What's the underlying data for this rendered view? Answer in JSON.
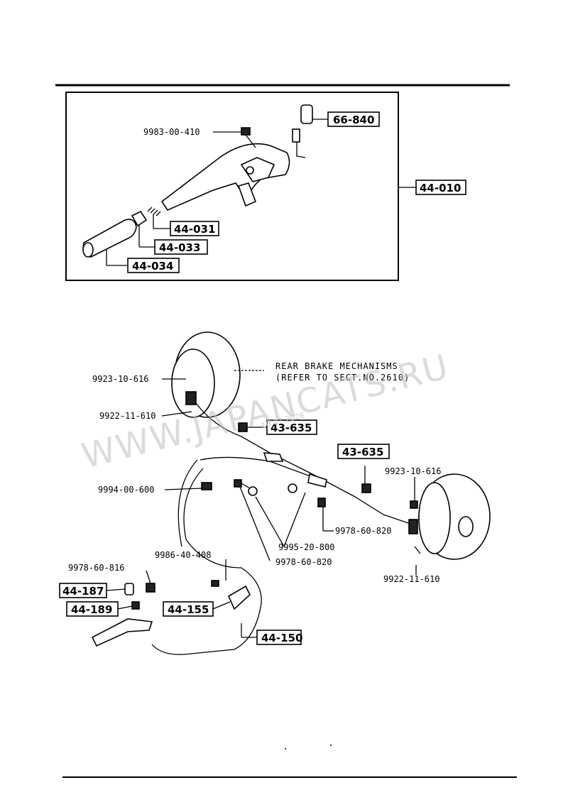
{
  "top_box": {
    "labels": {
      "bolt": "9983-00-410",
      "switch": "66-840",
      "assembly": "44-010",
      "spring": "44-031",
      "collar": "44-033",
      "grip": "44-034"
    }
  },
  "lower": {
    "note_line1": "REAR BRAKE MECHANISMS",
    "note_line2": "(REFER TO SECT.NO.2610)",
    "labels": {
      "bolt_left_top": "9923-10-616",
      "clip_left": "9922-11-610",
      "guide_left": "43-635",
      "guide_right": "43-635",
      "bolt_right": "9923-10-616",
      "nut_left": "9994-00-600",
      "bolt_center": "9978-60-820",
      "washer": "9995-20-800",
      "bolt_center2": "9978-60-820",
      "clip_right": "9922-11-610",
      "screw": "9986-40-408",
      "bolt_front": "9978-60-816",
      "bushing": "44-187",
      "nut_front": "44-189",
      "bracket": "44-155",
      "cable": "44-150"
    }
  },
  "watermark": "WWW.JAPANCATS.RU",
  "watermark_date": "10.07.2026"
}
